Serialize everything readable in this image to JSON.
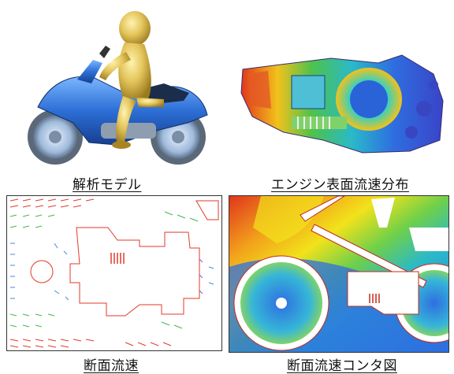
{
  "captions": {
    "model": "解析モデル",
    "engine": "エンジン表面流速分布",
    "section": "断面流速",
    "contour": "断面流速コンタ図"
  },
  "colors": {
    "rider": "#d9b84a",
    "bike_body": "#2c6fd6",
    "vector_red": "#e23a2a",
    "vector_green": "#43b84a",
    "vector_blue": "#4a86d8",
    "contour_high": "#e0361d",
    "contour_mid": "#f2c21b",
    "contour_low": "#2e6fe0"
  }
}
